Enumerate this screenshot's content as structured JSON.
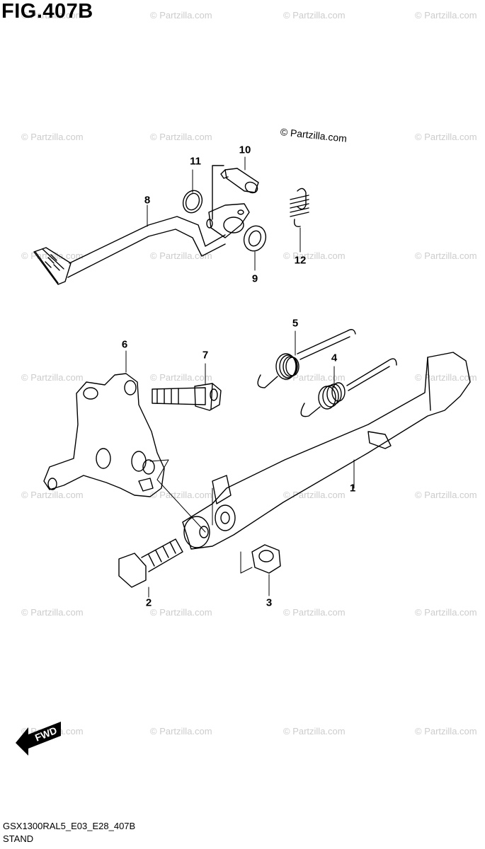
{
  "figure": {
    "title": "FIG.407B"
  },
  "footer": {
    "code": "GSX1300RAL5_E03_E28_407B",
    "name": "STAND"
  },
  "credit": "© Partzilla.com",
  "watermark": "© Partzilla.com",
  "direction": "FWD",
  "callouts": [
    {
      "id": "1",
      "label": "1"
    },
    {
      "id": "2",
      "label": "2"
    },
    {
      "id": "3",
      "label": "3"
    },
    {
      "id": "4",
      "label": "4"
    },
    {
      "id": "5",
      "label": "5"
    },
    {
      "id": "6",
      "label": "6"
    },
    {
      "id": "7",
      "label": "7"
    },
    {
      "id": "8",
      "label": "8"
    },
    {
      "id": "9",
      "label": "9"
    },
    {
      "id": "10",
      "label": "10"
    },
    {
      "id": "11",
      "label": "11"
    },
    {
      "id": "12",
      "label": "12"
    }
  ],
  "colors": {
    "line": "#000000",
    "watermark": "#cccccc",
    "background": "#ffffff"
  }
}
